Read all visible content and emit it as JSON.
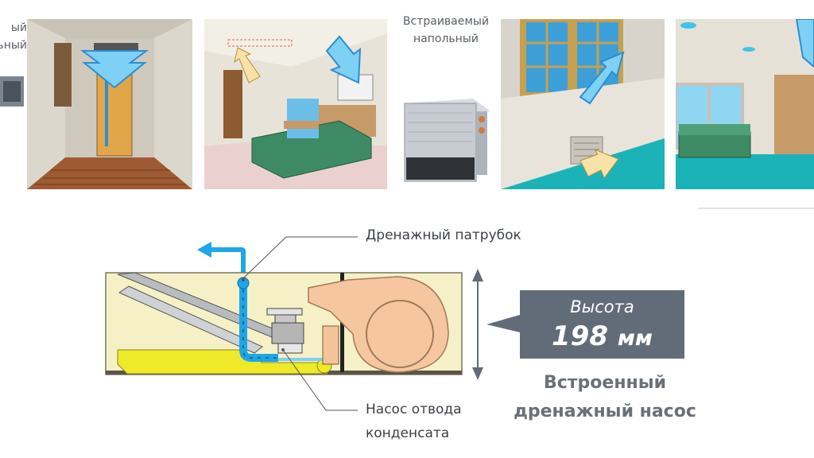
{
  "top": {
    "partial_label": "ый\nьный",
    "floor_unit_label": "Встраиваемый\nнапольный"
  },
  "diagram": {
    "callout_drain_pipe": "Дренажный патрубок",
    "callout_pump_line1": "Насос отвода",
    "callout_pump_line2": "конденсата",
    "height_label": "Высота",
    "height_value": "198",
    "height_unit": "мм",
    "built_in_line1": "Встроенный",
    "built_in_line2": "дренажный насос"
  },
  "colors": {
    "unit_body": "#f6f0c6",
    "drain_pipe": "#1ea6e6",
    "tray": "#eeea2a",
    "fan": "#f6c6a0",
    "badge": "#626c79",
    "floor_teal": "#1bb3b8"
  }
}
